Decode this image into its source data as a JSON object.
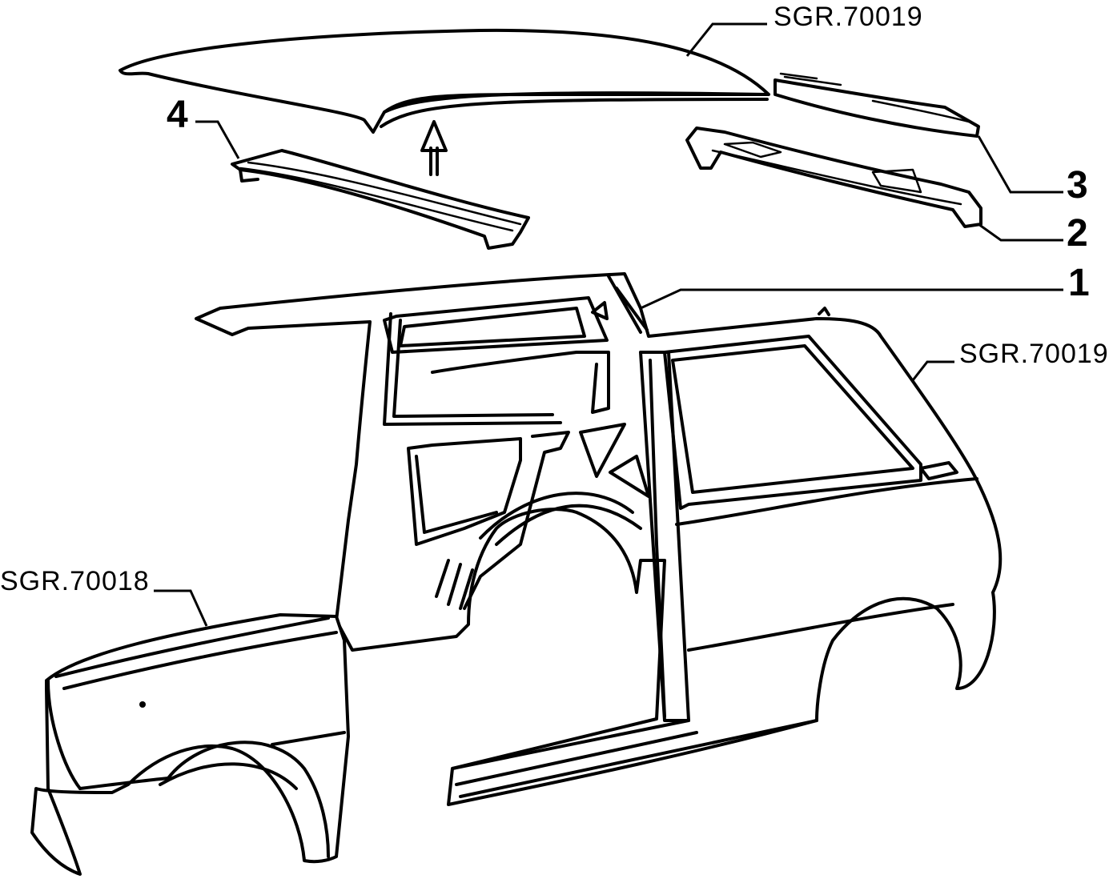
{
  "callouts": {
    "ref_roof": "SGR.70019",
    "ref_body_side": "SGR.70019",
    "ref_front_wing": "SGR.70018",
    "part_1": "1",
    "part_2": "2",
    "part_3": "3",
    "part_4": "4"
  },
  "colors": {
    "line": "#000000",
    "background": "#ffffff"
  }
}
